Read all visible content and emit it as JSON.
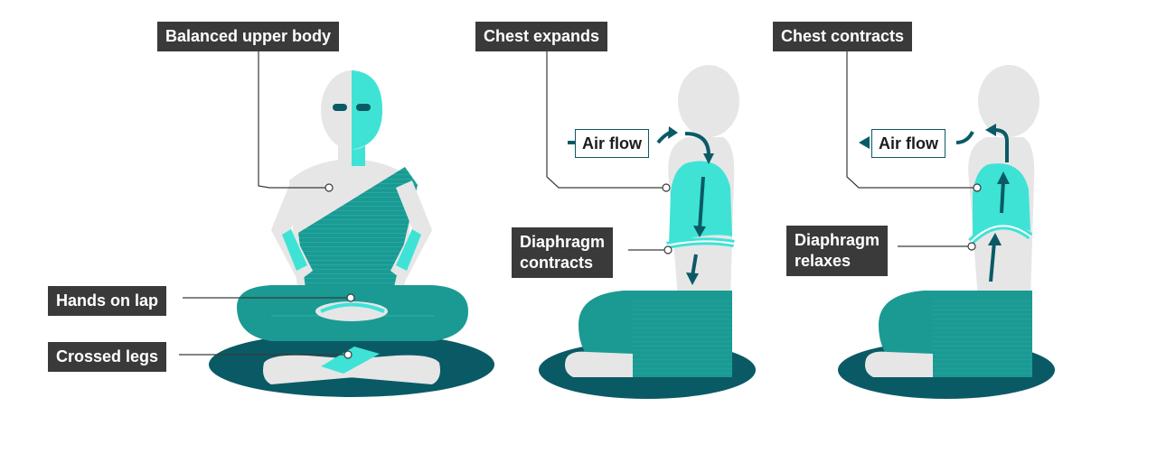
{
  "labels": {
    "balanced_upper_body": "Balanced upper body",
    "hands_on_lap": "Hands on lap",
    "crossed_legs": "Crossed legs",
    "chest_expands": "Chest expands",
    "chest_contracts": "Chest contracts",
    "diaphragm_contracts_line1": "Diaphragm",
    "diaphragm_contracts_line2": "contracts",
    "diaphragm_relaxes_line1": "Diaphragm",
    "diaphragm_relaxes_line2": "relaxes",
    "air_flow_in": "Air flow",
    "air_flow_out": "Air flow"
  },
  "colors": {
    "label_bg": "#3a3a3a",
    "skin": "#e6e6e6",
    "teal": "#3ee3d6",
    "teal_dark": "#1a9a93",
    "cushion": "#0a5a66",
    "arrow": "#0a5a66"
  }
}
